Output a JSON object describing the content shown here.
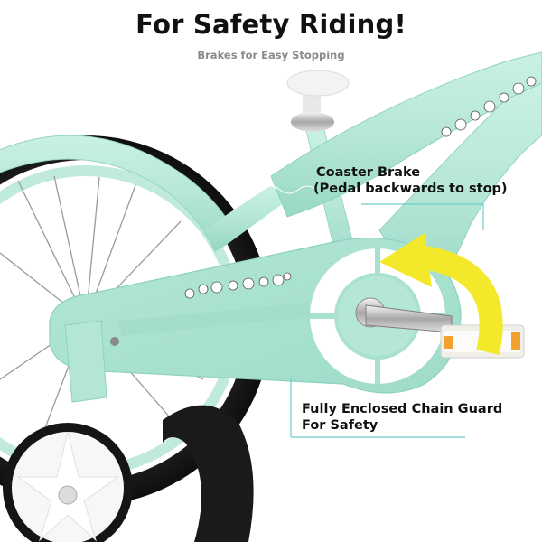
{
  "header": {
    "title": "For Safety Riding!",
    "subtitle": "Brakes for Easy Stopping"
  },
  "callouts": {
    "coaster_brake": {
      "line1": "Coaster Brake",
      "line2": "(Pedal backwards to stop)"
    },
    "chain_guard": {
      "line1": "Fully Enclosed Chain Guard",
      "line2": "For Safety"
    }
  },
  "colors": {
    "frame": "#b9e9da",
    "frame_shadow": "#8fd2bf",
    "tire": "#1b1b1b",
    "accent_arrow": "#f3e92a",
    "callout_line": "#6ecfc9",
    "title_text": "#111111",
    "subtitle_text": "#8a8a8a"
  },
  "icons": {
    "arrow": "curved-arrow-icon",
    "flower_decal": "flower-decal-icon"
  }
}
